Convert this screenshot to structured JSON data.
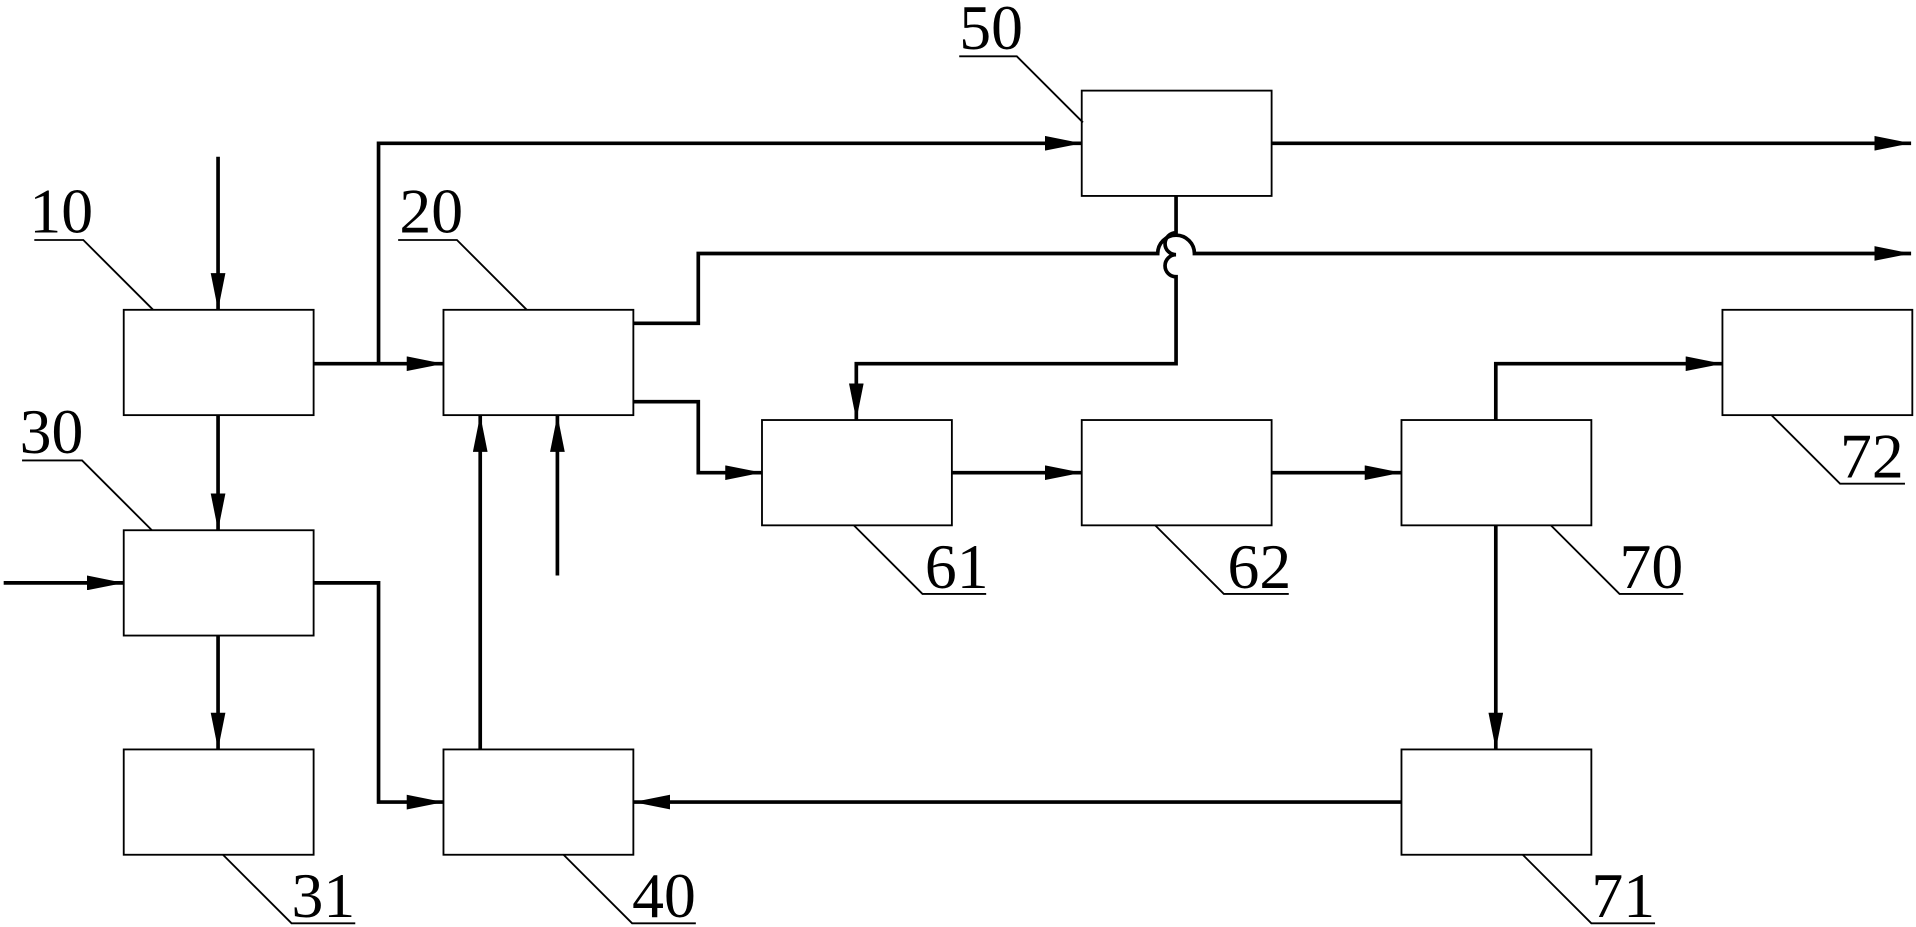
{
  "labels": {
    "b10": "10",
    "b20": "20",
    "b30": "30",
    "b31": "31",
    "b40": "40",
    "b50": "50",
    "b61": "61",
    "b62": "62",
    "b70": "70",
    "b71": "71",
    "b72": "72"
  },
  "colors": {
    "stroke": "#000000",
    "background": "#ffffff"
  }
}
